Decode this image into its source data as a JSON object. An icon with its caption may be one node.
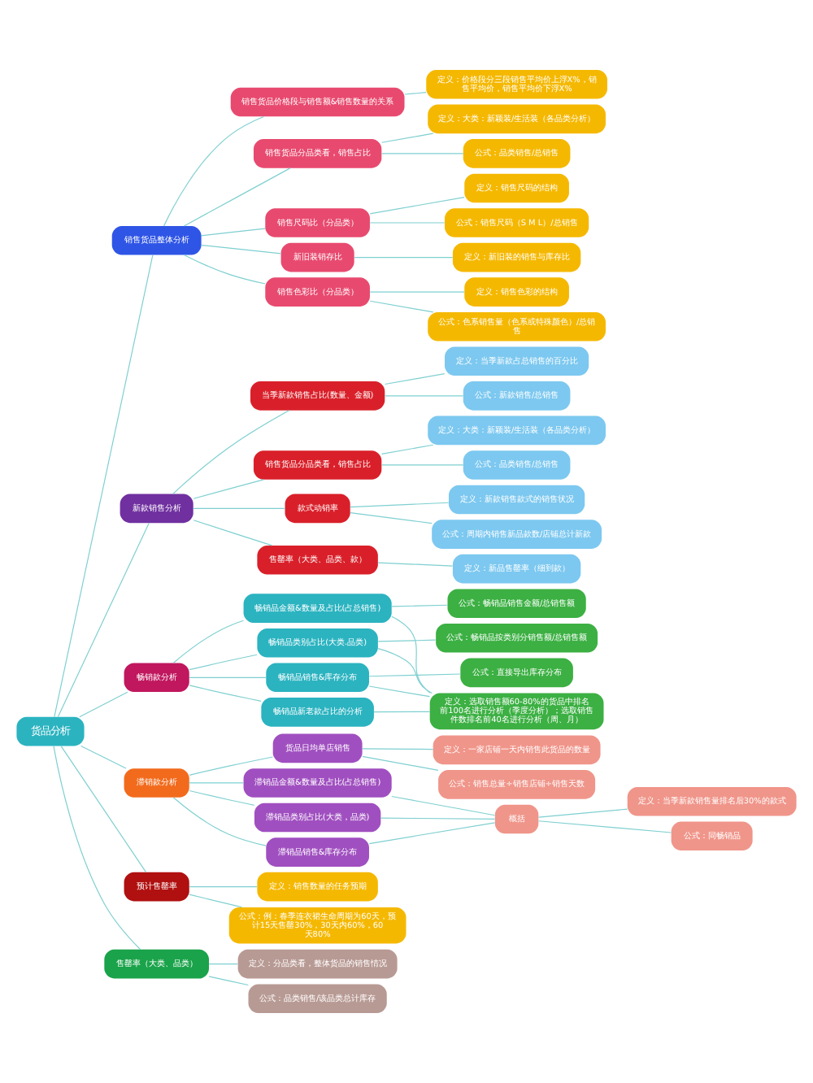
{
  "diagram": {
    "nodes": [
      {
        "text": [
          "货品分析"
        ]
      },
      {
        "text": [
          "销售货品整体分析"
        ]
      },
      {
        "text": [
          "销售货品价格段与销售额&销售数量的关系"
        ]
      },
      {
        "text": [
          "定义：价格段分三段销售平均价上浮X%，销售平均价，销售平均价下浮X%"
        ]
      },
      {
        "text": [
          "销售货品分品类看，销售占比"
        ]
      },
      {
        "text": [
          "定义：大类：新颖装/生活装（各品类分析）"
        ]
      },
      {
        "text": [
          "公式：品类销售/总销售"
        ]
      },
      {
        "text": [
          "销售尺码比（分品类）"
        ]
      },
      {
        "text": [
          "定义：销售尺码的结构"
        ]
      },
      {
        "text": [
          "公式：销售尺码（S M L）/总销售"
        ]
      },
      {
        "text": [
          "新旧装销存比"
        ]
      },
      {
        "text": [
          "定义：新旧装的销售与库存比"
        ]
      },
      {
        "text": [
          "销售色彩比（分品类）"
        ]
      },
      {
        "text": [
          "定义：销售色彩的结构"
        ]
      },
      {
        "text": [
          "公式：色系销售量（色系或特殊颜色）/总销售"
        ]
      },
      {
        "text": [
          "新款销售分析"
        ]
      },
      {
        "text": [
          "当季新款销售占比(数量、金额)"
        ]
      },
      {
        "text": [
          "定义：当季新款占总销售的百分比"
        ]
      },
      {
        "text": [
          "公式：新款销售/总销售"
        ]
      },
      {
        "text": [
          "销售货品分品类看，销售占比"
        ]
      },
      {
        "text": [
          "定义：大类：新颖装/生活装（各品类分析）"
        ]
      },
      {
        "text": [
          "公式：品类销售/总销售"
        ]
      },
      {
        "text": [
          "款式动销率"
        ]
      },
      {
        "text": [
          "定义：新款销售款式的销售状况"
        ]
      },
      {
        "text": [
          "公式：周期内销售新品款数/店铺总计新款"
        ]
      },
      {
        "text": [
          "售罄率（大类、品类、款）"
        ]
      },
      {
        "text": [
          "定义：新品售罄率（细到款）"
        ]
      },
      {
        "text": [
          "畅销款分析"
        ]
      },
      {
        "text": [
          "畅销品金额&数量及占比(占总销售)"
        ]
      },
      {
        "text": [
          "公式：畅销品销售金额/总销售额"
        ]
      },
      {
        "text": [
          "畅销品类别占比(大类.品类)"
        ]
      },
      {
        "text": [
          "公式：畅销品按类别分销售额/总销售额"
        ]
      },
      {
        "text": [
          "畅销品销售&库存分布"
        ]
      },
      {
        "text": [
          "公式：直接导出库存分布"
        ]
      },
      {
        "text": [
          "畅销品新老款占比的分析"
        ]
      },
      {
        "text": [
          "定义：选取销售额60-80%的货品中排名前100名进行分析（季度分析）；选取销售件数排名前40名进行分析（周、月）"
        ]
      },
      {
        "text": [
          "滞销款分析"
        ]
      },
      {
        "text": [
          "货品日均单店销售"
        ]
      },
      {
        "text": [
          "定义：一家店铺一天内销售此货品的数量"
        ]
      },
      {
        "text": [
          "公式：销售总量÷销售店铺÷销售天数"
        ]
      },
      {
        "text": [
          "滞销品金额&数量及占比(占总销售)"
        ]
      },
      {
        "text": [
          "滞销品类别占比(大类，品类)"
        ]
      },
      {
        "text": [
          "滞销品销售&库存分布"
        ]
      },
      {
        "text": [
          "概括"
        ]
      },
      {
        "text": [
          "定义：当季新款销售量排名后30%的款式"
        ]
      },
      {
        "text": [
          "公式：同畅销品"
        ]
      },
      {
        "text": [
          "预计售罄率"
        ]
      },
      {
        "text": [
          "定义：销售数量的任务预期"
        ]
      },
      {
        "text": [
          "公式：例：春季连衣裙生命周期为60天，预计15天售罄30%，30天内60%，60天80%"
        ]
      },
      {
        "text": [
          "售罄率（大类、品类）"
        ]
      },
      {
        "text": [
          "定义：分品类看，整体货品的销售情况"
        ]
      },
      {
        "text": [
          "公式：品类销售/该品类总计库存"
        ]
      }
    ],
    "edges": [
      {
        "from": 0,
        "to": 1,
        "arrow": "none"
      },
      {
        "from": 0,
        "to": 15,
        "arrow": "none"
      },
      {
        "from": 0,
        "to": 27,
        "arrow": "none"
      },
      {
        "from": 0,
        "to": 36,
        "arrow": "none"
      },
      {
        "from": 0,
        "to": 46,
        "arrow": "none"
      },
      {
        "from": 0,
        "to": 49,
        "arrow": "none"
      },
      {
        "from": 1,
        "to": 2,
        "arrow": "none"
      },
      {
        "from": 1,
        "to": 4,
        "arrow": "none"
      },
      {
        "from": 1,
        "to": 7,
        "arrow": "none"
      },
      {
        "from": 1,
        "to": 10,
        "arrow": "none"
      },
      {
        "from": 1,
        "to": 12,
        "arrow": "none"
      },
      {
        "from": 2,
        "to": 3,
        "arrow": "none"
      },
      {
        "from": 4,
        "to": 5,
        "arrow": "none"
      },
      {
        "from": 4,
        "to": 6,
        "arrow": "none"
      },
      {
        "from": 7,
        "to": 8,
        "arrow": "none"
      },
      {
        "from": 7,
        "to": 9,
        "arrow": "none"
      },
      {
        "from": 10,
        "to": 11,
        "arrow": "none"
      },
      {
        "from": 12,
        "to": 13,
        "arrow": "none"
      },
      {
        "from": 12,
        "to": 14,
        "arrow": "none"
      },
      {
        "from": 15,
        "to": 16,
        "arrow": "none"
      },
      {
        "from": 15,
        "to": 19,
        "arrow": "none"
      },
      {
        "from": 15,
        "to": 22,
        "arrow": "none"
      },
      {
        "from": 15,
        "to": 25,
        "arrow": "none"
      },
      {
        "from": 16,
        "to": 17,
        "arrow": "none"
      },
      {
        "from": 16,
        "to": 18,
        "arrow": "none"
      },
      {
        "from": 19,
        "to": 20,
        "arrow": "none"
      },
      {
        "from": 19,
        "to": 21,
        "arrow": "none"
      },
      {
        "from": 22,
        "to": 23,
        "arrow": "none"
      },
      {
        "from": 22,
        "to": 24,
        "arrow": "none"
      },
      {
        "from": 25,
        "to": 26,
        "arrow": "none"
      },
      {
        "from": 27,
        "to": 28,
        "arrow": "none"
      },
      {
        "from": 27,
        "to": 30,
        "arrow": "none"
      },
      {
        "from": 27,
        "to": 32,
        "arrow": "none"
      },
      {
        "from": 27,
        "to": 34,
        "arrow": "none"
      },
      {
        "from": 28,
        "to": 29,
        "arrow": "none"
      },
      {
        "from": 30,
        "to": 31,
        "arrow": "none"
      },
      {
        "from": 32,
        "to": 33,
        "arrow": "none"
      },
      {
        "from": 28,
        "to": 35,
        "arrow": "none"
      },
      {
        "from": 30,
        "to": 35,
        "arrow": "none"
      },
      {
        "from": 32,
        "to": 35,
        "arrow": "none"
      },
      {
        "from": 34,
        "to": 35,
        "arrow": "none"
      },
      {
        "from": 36,
        "to": 37,
        "arrow": "none"
      },
      {
        "from": 36,
        "to": 40,
        "arrow": "none"
      },
      {
        "from": 36,
        "to": 41,
        "arrow": "none"
      },
      {
        "from": 36,
        "to": 42,
        "arrow": "none"
      },
      {
        "from": 37,
        "to": 38,
        "arrow": "none"
      },
      {
        "from": 37,
        "to": 39,
        "arrow": "none"
      },
      {
        "from": 40,
        "to": 43,
        "arrow": "none"
      },
      {
        "from": 41,
        "to": 43,
        "arrow": "none"
      },
      {
        "from": 42,
        "to": 43,
        "arrow": "none"
      },
      {
        "from": 43,
        "to": 44,
        "arrow": "none"
      },
      {
        "from": 43,
        "to": 45,
        "arrow": "none"
      },
      {
        "from": 46,
        "to": 47,
        "arrow": "none"
      },
      {
        "from": 46,
        "to": 48,
        "arrow": "none"
      },
      {
        "from": 49,
        "to": 50,
        "arrow": "none"
      },
      {
        "from": 49,
        "to": 51,
        "arrow": "none"
      }
    ]
  }
}
